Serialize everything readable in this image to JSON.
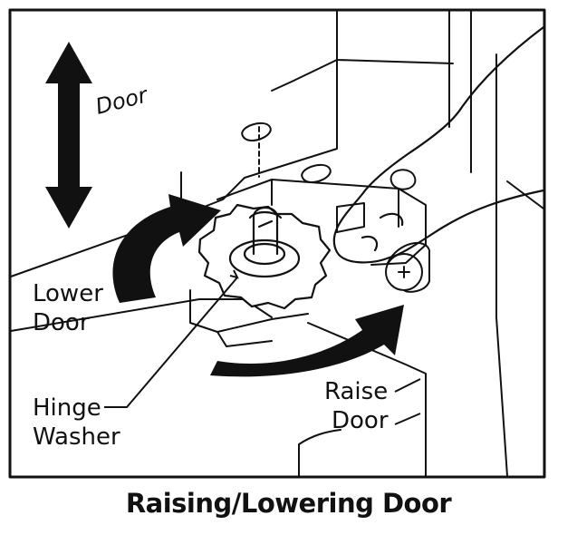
{
  "diagram": {
    "labels": {
      "door": "Door",
      "lower_door": [
        "Lower",
        "Door"
      ],
      "raise_door": [
        "Raise",
        "Door"
      ],
      "hinge_washer": [
        "Hinge",
        "Washer"
      ]
    },
    "caption": "Raising/Lowering Door"
  },
  "colors": {
    "ink": "#111111",
    "paper": "#ffffff"
  }
}
